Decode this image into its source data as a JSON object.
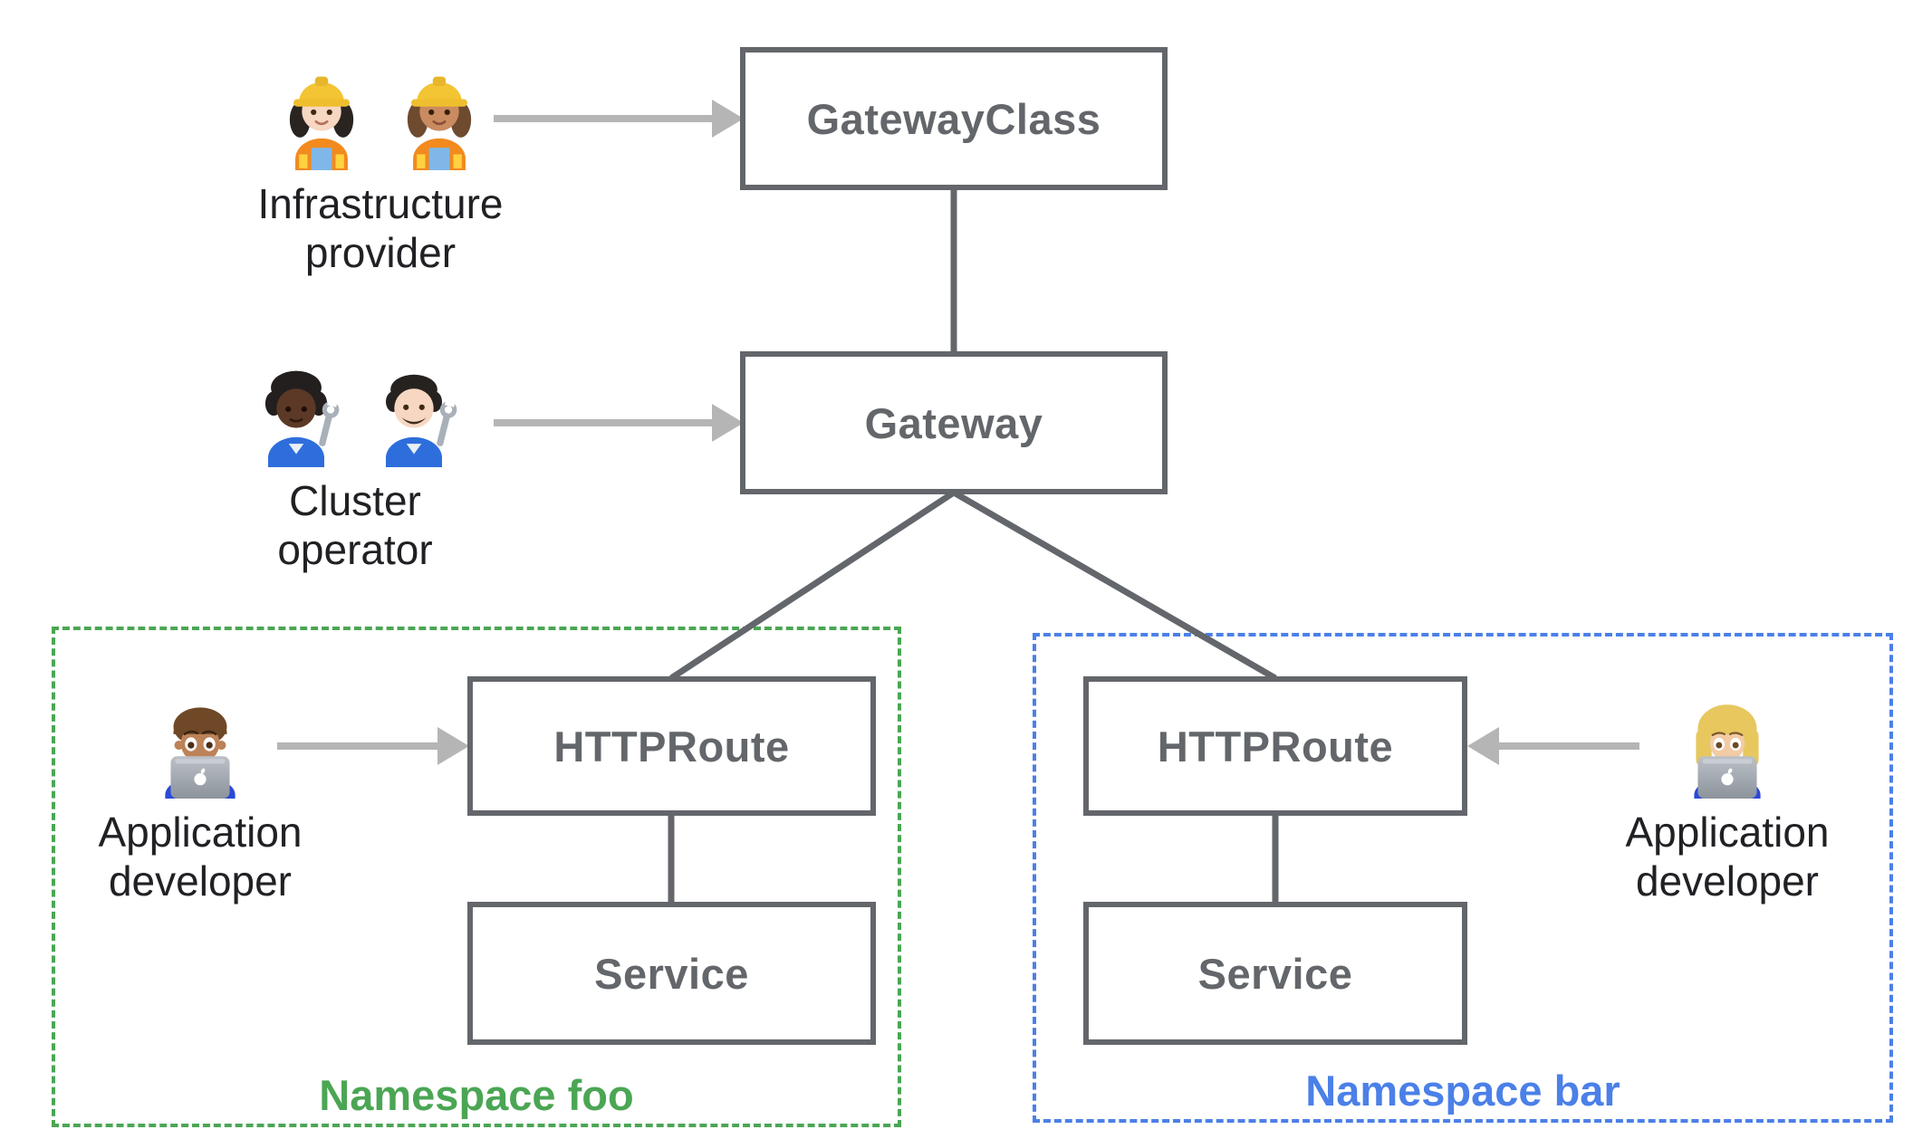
{
  "diagram": {
    "nodes": [
      {
        "id": "gatewayclass",
        "label": "GatewayClass"
      },
      {
        "id": "gateway",
        "label": "Gateway"
      },
      {
        "id": "httproute-foo",
        "label": "HTTPRoute"
      },
      {
        "id": "service-foo",
        "label": "Service"
      },
      {
        "id": "httproute-bar",
        "label": "HTTPRoute"
      },
      {
        "id": "service-bar",
        "label": "Service"
      }
    ],
    "personas": [
      {
        "id": "infrastructure-provider",
        "label": "Infrastructure provider",
        "icons": [
          "woman-construction-worker-light-icon",
          "woman-construction-worker-medium-icon"
        ]
      },
      {
        "id": "cluster-operator",
        "label": "Cluster operator",
        "icons": [
          "mechanic-dark-icon",
          "man-mechanic-light-icon"
        ]
      },
      {
        "id": "application-developer-foo",
        "label": "Application developer",
        "icons": [
          "man-technologist-icon"
        ]
      },
      {
        "id": "application-developer-bar",
        "label": "Application developer",
        "icons": [
          "woman-technologist-icon"
        ]
      }
    ],
    "namespaces": [
      {
        "id": "foo",
        "label": "Namespace foo",
        "accent": "#4BA654"
      },
      {
        "id": "bar",
        "label": "Namespace bar",
        "accent": "#4B80E8"
      }
    ],
    "colors": {
      "node_border": "#63666A",
      "node_text": "#63666A",
      "connector": "#63666A",
      "arrow": "#B5B5B5",
      "persona_text": "#202124",
      "namespace_foo": "#4BA654",
      "namespace_bar": "#4B80E8",
      "background": "#FFFFFF"
    }
  }
}
